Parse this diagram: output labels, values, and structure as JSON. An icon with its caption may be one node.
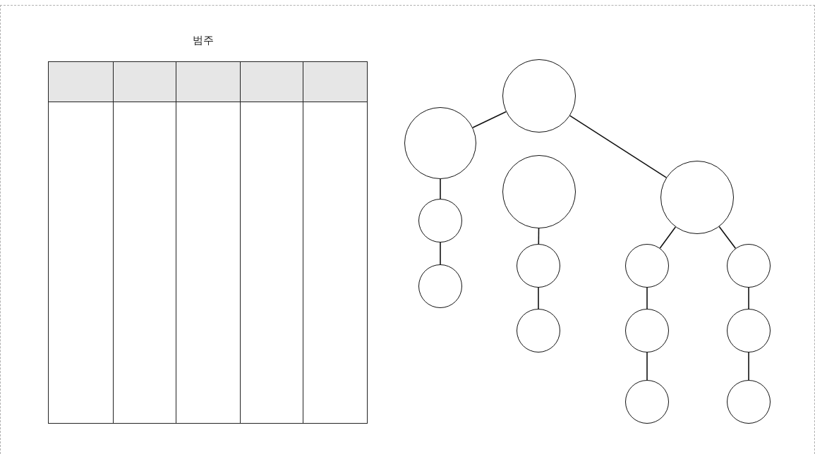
{
  "diagram": {
    "nodes": [
      {
        "text": [],
        "shape": "circle"
      },
      {
        "text": [],
        "shape": "circle"
      },
      {
        "text": [],
        "shape": "circle"
      },
      {
        "text": [],
        "shape": "circle"
      },
      {
        "text": [],
        "shape": "circle"
      },
      {
        "text": [],
        "shape": "circle"
      },
      {
        "text": [],
        "shape": "circle"
      },
      {
        "text": [],
        "shape": "circle"
      },
      {
        "text": [],
        "shape": "circle"
      },
      {
        "text": [],
        "shape": "circle"
      },
      {
        "text": [],
        "shape": "circle"
      },
      {
        "text": [],
        "shape": "circle"
      },
      {
        "text": [],
        "shape": "circle"
      },
      {
        "text": [],
        "shape": "circle"
      }
    ],
    "edges": [
      {
        "from": 0,
        "to": 1,
        "arrow": "none"
      },
      {
        "from": 0,
        "to": 3,
        "arrow": "none"
      },
      {
        "from": 1,
        "to": 4,
        "arrow": "none"
      },
      {
        "from": 4,
        "to": 5,
        "arrow": "none"
      },
      {
        "from": 2,
        "to": 6,
        "arrow": "none"
      },
      {
        "from": 6,
        "to": 7,
        "arrow": "none"
      },
      {
        "from": 3,
        "to": 8,
        "arrow": "none"
      },
      {
        "from": 3,
        "to": 11,
        "arrow": "none"
      },
      {
        "from": 8,
        "to": 9,
        "arrow": "none"
      },
      {
        "from": 9,
        "to": 10,
        "arrow": "none"
      },
      {
        "from": 11,
        "to": 12,
        "arrow": "none"
      },
      {
        "from": 12,
        "to": 13,
        "arrow": "none"
      }
    ],
    "labels": [
      "범주"
    ]
  }
}
